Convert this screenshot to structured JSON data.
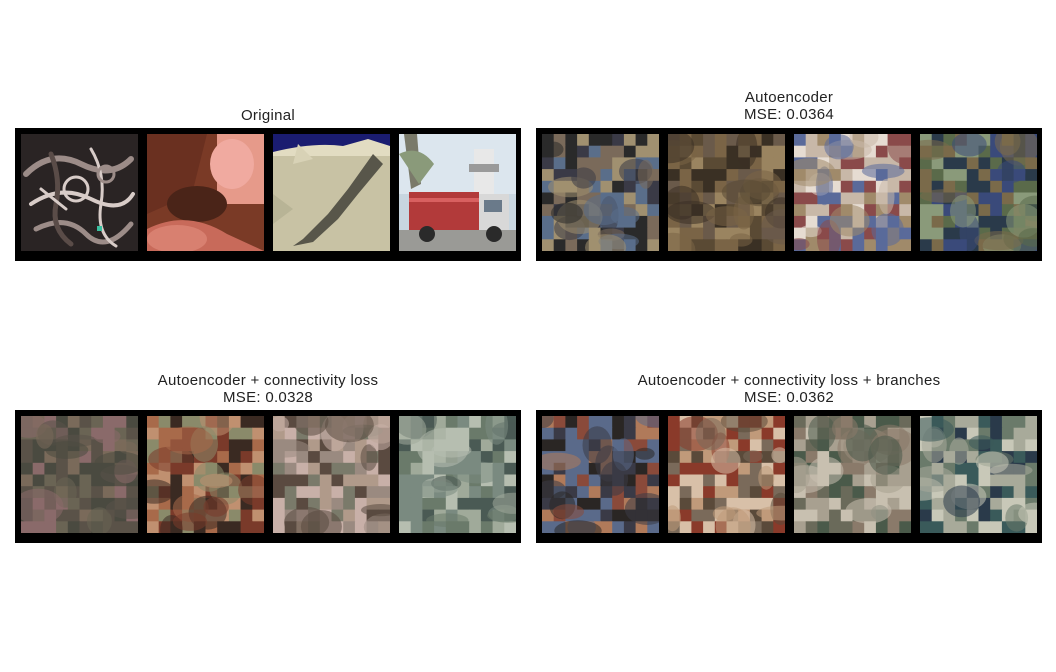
{
  "panels": [
    {
      "id": "original",
      "title_line1": "Original",
      "title_line2": "",
      "images": [
        {
          "subject": "frog",
          "palette": [
            "#2a2424",
            "#5a4c48",
            "#9c8c88",
            "#d8ccc8",
            "#3a3232"
          ]
        },
        {
          "subject": "close-up animal",
          "palette": [
            "#7a3a26",
            "#c86a5a",
            "#e69a8a",
            "#4a2418",
            "#a25238"
          ]
        },
        {
          "subject": "bird on sand",
          "palette": [
            "#c8c2a4",
            "#b8b496",
            "#58564a",
            "#1a1c70",
            "#e2dcc2"
          ]
        },
        {
          "subject": "red truck",
          "palette": [
            "#b23a3a",
            "#e8e8e8",
            "#7a7a7a",
            "#9ab0c0",
            "#3a3a3a"
          ]
        }
      ]
    },
    {
      "id": "autoencoder",
      "title_line1": "Autoencoder",
      "title_line2": "MSE: 0.0364",
      "images": [
        {
          "subject": "reconstruction",
          "palette": [
            "#3a3a46",
            "#7a6a5a",
            "#5a6e8a",
            "#2a2a2a",
            "#a09070"
          ]
        },
        {
          "subject": "reconstruction",
          "palette": [
            "#5a4a34",
            "#7a6446",
            "#3a3024",
            "#9a8460",
            "#6a5a4a"
          ]
        },
        {
          "subject": "reconstruction",
          "palette": [
            "#c8b8a8",
            "#8a4a4a",
            "#5a6a9a",
            "#e6dcd2",
            "#a08a6a"
          ]
        },
        {
          "subject": "reconstruction",
          "palette": [
            "#5a6a4a",
            "#3a4a7a",
            "#8a9a7a",
            "#7a6a4a",
            "#2a3a4a"
          ]
        }
      ]
    },
    {
      "id": "connectivity",
      "title_line1": "Autoencoder +  connectivity loss",
      "title_line2": "MSE: 0.0328",
      "images": [
        {
          "subject": "reconstruction",
          "palette": [
            "#5a5248",
            "#7a6a5a",
            "#4a4a40",
            "#8a6a6a",
            "#6a6454"
          ]
        },
        {
          "subject": "reconstruction",
          "palette": [
            "#7a3a2a",
            "#a86a4a",
            "#3a2a22",
            "#8a8a6a",
            "#c09070"
          ]
        },
        {
          "subject": "reconstruction",
          "palette": [
            "#9a8a80",
            "#5a4a40",
            "#c8b0a8",
            "#7a7a6a",
            "#b09a8a"
          ]
        },
        {
          "subject": "reconstruction",
          "palette": [
            "#7a8a80",
            "#a0aa9a",
            "#4a5a54",
            "#b6beb0",
            "#6a7a6a"
          ]
        }
      ]
    },
    {
      "id": "connectivity-branches",
      "title_line1": "Autoencoder +  connectivity loss +  branches",
      "title_line2": "MSE: 0.0362",
      "images": [
        {
          "subject": "reconstruction",
          "palette": [
            "#8a4a3a",
            "#3a3a46",
            "#b07a5a",
            "#5a6a8a",
            "#2a2624"
          ]
        },
        {
          "subject": "reconstruction",
          "palette": [
            "#8a3a2a",
            "#c09a7a",
            "#5a4a3a",
            "#d8c0a8",
            "#7a6a5a"
          ]
        },
        {
          "subject": "reconstruction",
          "palette": [
            "#a8a090",
            "#6a6a5a",
            "#c8c0b0",
            "#4a5a4a",
            "#8a7a6a"
          ]
        },
        {
          "subject": "reconstruction",
          "palette": [
            "#a8aa9a",
            "#2a3a4a",
            "#6a7a6a",
            "#c8c8b8",
            "#3a5a5a"
          ]
        }
      ]
    }
  ]
}
